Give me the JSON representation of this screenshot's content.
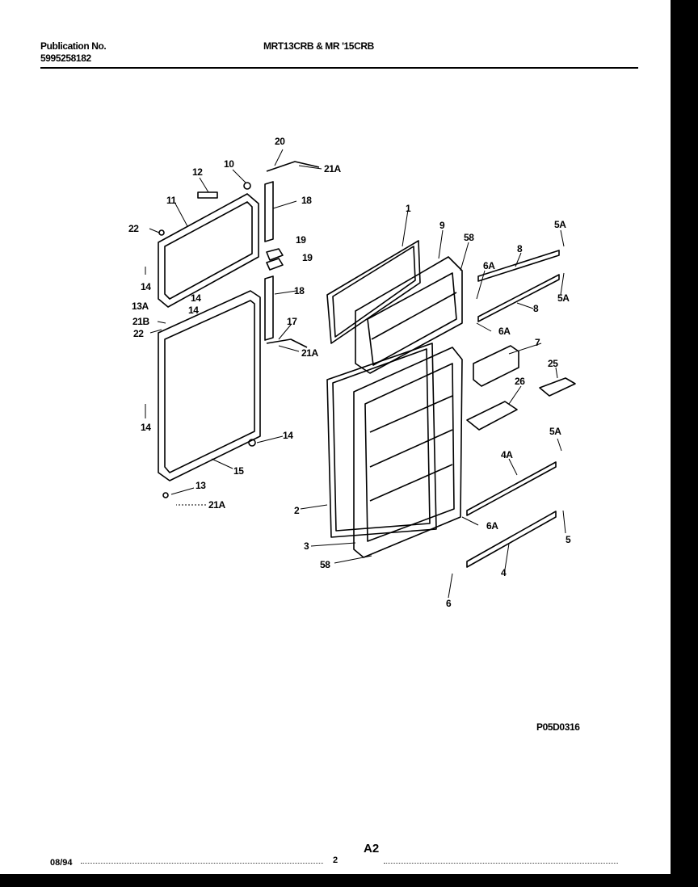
{
  "header": {
    "publication_label": "Publication No.",
    "publication_number": "5995258182",
    "models": "MRT13CRB & MR '15CRB"
  },
  "footer": {
    "date": "08/94",
    "page": "2",
    "section": "A2"
  },
  "diagram": {
    "figure_code": "P05D0316",
    "callouts": [
      "1",
      "2",
      "3",
      "4",
      "4A",
      "5",
      "5A",
      "5A",
      "5A",
      "6",
      "6A",
      "6A",
      "6A",
      "7",
      "8",
      "8",
      "9",
      "10",
      "11",
      "12",
      "13",
      "13A",
      "14",
      "14",
      "14",
      "14",
      "14",
      "15",
      "17",
      "18",
      "18",
      "19",
      "19",
      "20",
      "21A",
      "21A",
      "21A",
      "21B",
      "22",
      "22",
      "25",
      "26",
      "58",
      "58"
    ]
  }
}
